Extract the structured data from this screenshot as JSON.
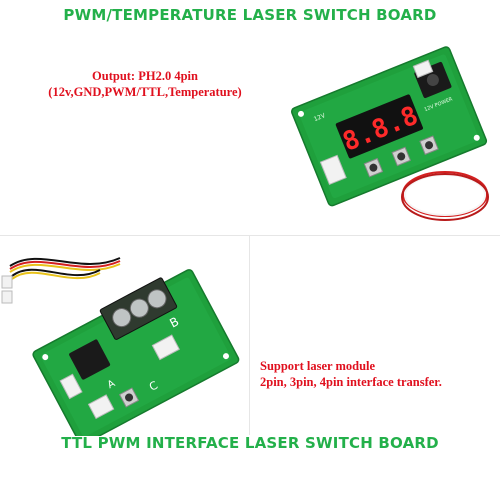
{
  "header": {
    "title": "PWM/TEMPERATURE LASER SWITCH BOARD"
  },
  "output_note": {
    "line1": "Output: PH2.0 4pin",
    "line2": "(12v,GND,PWM/TTL,Temperature)"
  },
  "support_note": {
    "line1": "Support laser module",
    "line2": "2pin, 3pin, 4pin interface transfer."
  },
  "footer": {
    "title": "TTL PWM INTERFACE LASER SWITCH BOARD"
  },
  "board_top": {
    "display": "8.8.8",
    "silk_left": "12V",
    "silk_right": "12V POWER"
  },
  "board_bottom": {
    "label_a": "A",
    "label_b": "B",
    "label_c": "C"
  },
  "colors": {
    "title_green": "#23b04a",
    "note_red": "#e0101e",
    "pcb_green": "#1fa03c"
  }
}
